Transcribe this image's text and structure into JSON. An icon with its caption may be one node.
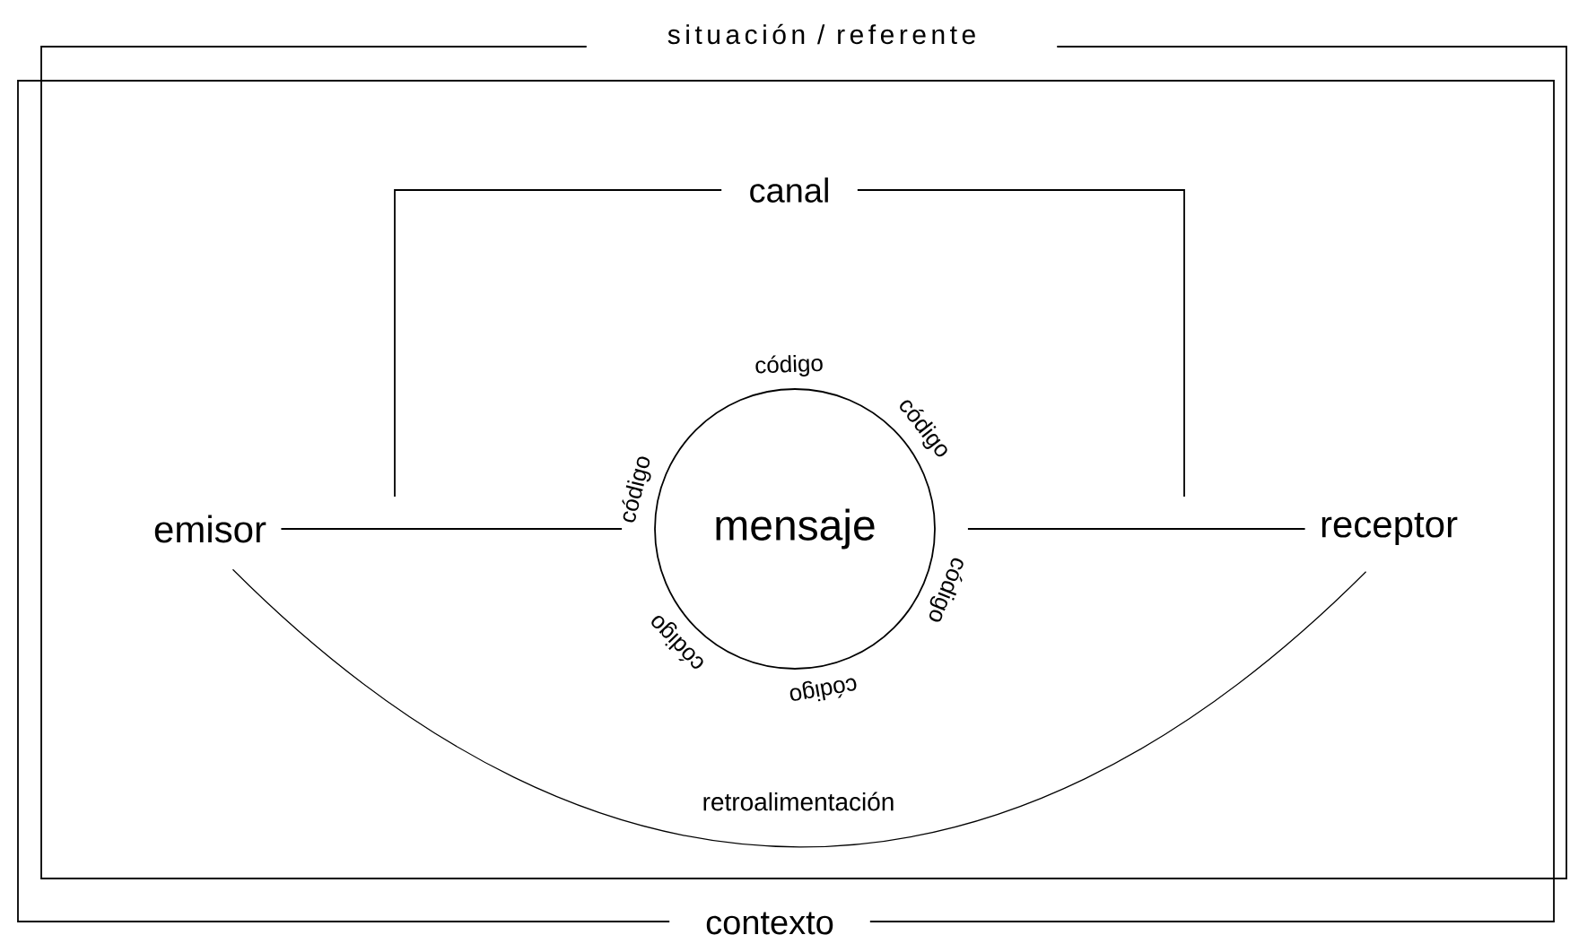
{
  "diagram": {
    "nodes": [
      {
        "text": [
          "canal"
        ]
      },
      {
        "text": [
          "emisor"
        ]
      },
      {
        "text": [
          "mensaje"
        ],
        "beside": [
          "código",
          "código",
          "código",
          "código",
          "código",
          "código"
        ]
      },
      {
        "text": [
          "receptor"
        ]
      }
    ],
    "edges": [
      {
        "from": 0,
        "to": null,
        "arrow": "none"
      },
      {
        "from": 0,
        "to": null,
        "arrow": "none"
      },
      {
        "from": 1,
        "to": 2,
        "arrow": "none"
      },
      {
        "from": 2,
        "to": 3,
        "arrow": "none"
      },
      {
        "from": 3,
        "to": 1,
        "arrow": "none",
        "label": "retroalimentación"
      }
    ],
    "labels": [
      "situación / referente",
      "contexto"
    ]
  }
}
